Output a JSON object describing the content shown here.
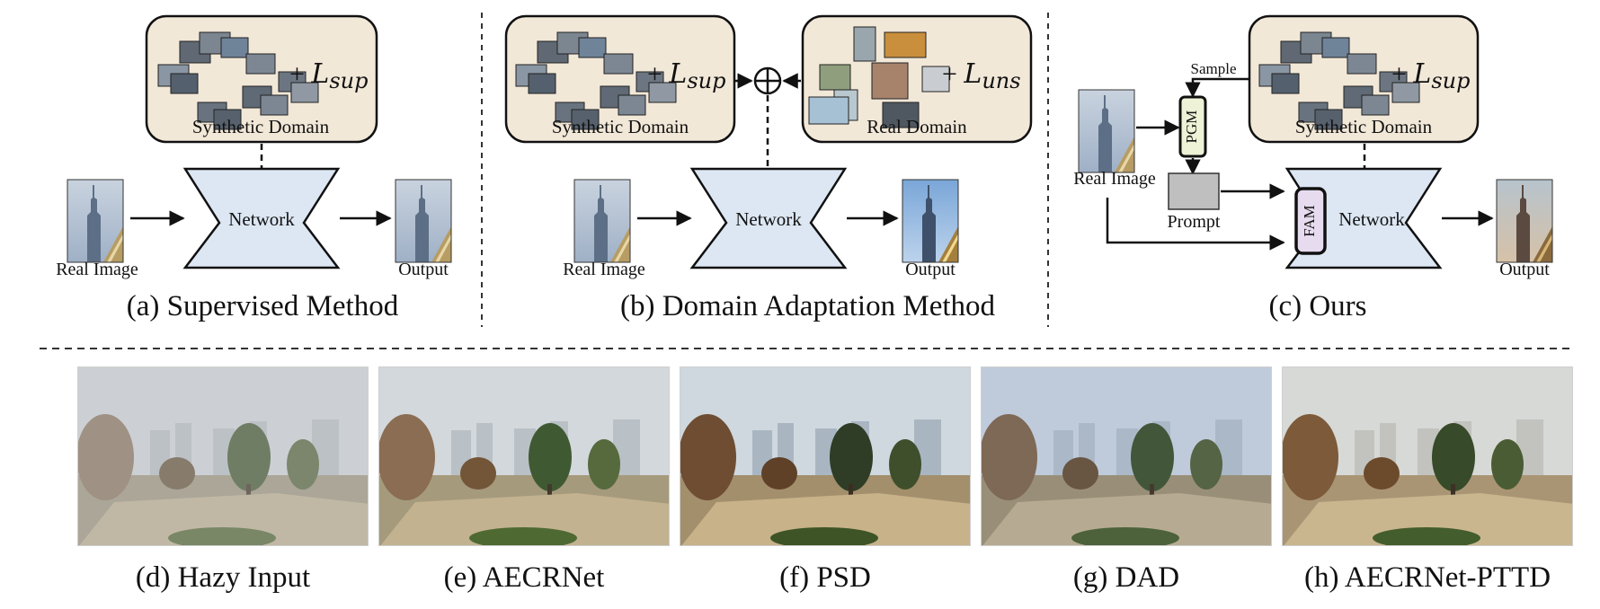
{
  "panel_a": {
    "domain_label": "Synthetic Domain",
    "loss_plus": "+",
    "loss_symbol": "L",
    "loss_sub": "sup",
    "network_label": "Network",
    "input_label": "Real Image",
    "output_label": "Output",
    "caption": "(a) Supervised Method"
  },
  "panel_b": {
    "synthetic_label": "Synthetic Domain",
    "synthetic_loss_plus": "+",
    "synthetic_loss_symbol": "L",
    "synthetic_loss_sub": "sup",
    "real_label": "Real Domain",
    "real_loss_plus": "+",
    "real_loss_symbol": "L",
    "real_loss_sub": "uns",
    "network_label": "Network",
    "input_label": "Real Image",
    "output_label": "Output",
    "caption": "(b) Domain Adaptation Method"
  },
  "panel_c": {
    "synthetic_label": "Synthetic Domain",
    "loss_plus": "+",
    "loss_symbol": "L",
    "loss_sub": "sup",
    "sample_label": "Sample",
    "pgm_label": "PGM",
    "prompt_label": "Prompt",
    "fam_label": "FAM",
    "network_label": "Network",
    "input_label": "Real Image",
    "output_label": "Output",
    "caption": "(c) Ours"
  },
  "results": [
    {
      "caption": "(d) Hazy Input"
    },
    {
      "caption": "(e) AECRNet"
    },
    {
      "caption": "(f) PSD"
    },
    {
      "caption": "(g) DAD"
    },
    {
      "caption": "(h) AECRNet-PTTD"
    }
  ],
  "colors": {
    "domain_box_fill": "#f2e8d8",
    "network_fill": "#dce7f3",
    "fam_fill": "#e7dcef",
    "stroke": "#111111"
  }
}
